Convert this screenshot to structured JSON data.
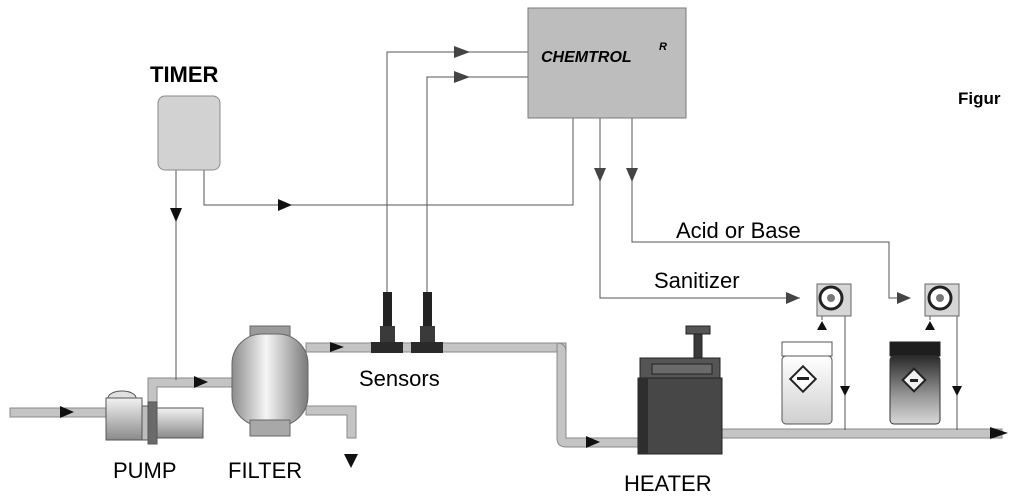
{
  "labels": {
    "timer": "TIMER",
    "chemtrol": "CHEMTROL",
    "chemtrol_mark": "R",
    "figure": "Figur",
    "acid_or_base": "Acid or Base",
    "sanitizer": "Sanitizer",
    "sensors": "Sensors",
    "pump": "PUMP",
    "filter": "FILTER",
    "heater": "HEATER"
  },
  "colors": {
    "pipe_fill": "#c4c4c4",
    "pipe_edge": "#8a8a8a",
    "controller_fill": "#bdbdbd",
    "heater_fill": "#474747",
    "signal_line": "#555555",
    "arrow": "#111111"
  },
  "icons": {
    "timer": "timer-box",
    "controller": "controller-box",
    "pump": "pump-icon",
    "filter": "filter-tank-icon",
    "sensor": "sensor-probe-icon",
    "heater": "heater-icon",
    "feed_pump": "peristaltic-pump-icon",
    "tank": "chemical-tank-icon"
  }
}
